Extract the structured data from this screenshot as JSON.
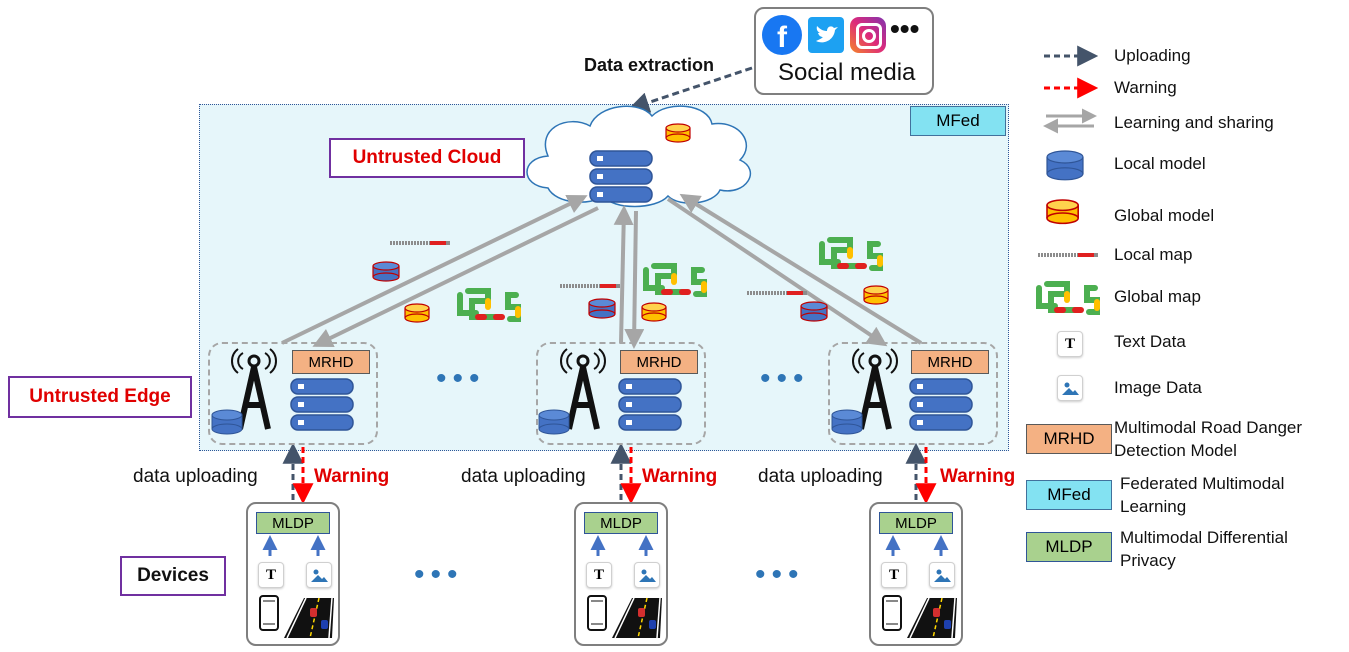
{
  "social": {
    "label": "Social media",
    "more": "•••",
    "extraction_label": "Data extraction"
  },
  "zones": {
    "mfed_tag": "MFed",
    "cloud_label": "Untrusted Cloud",
    "edge_label": "Untrusted Edge",
    "devices_label": "Devices"
  },
  "edge": {
    "mrhd_label": "MRHD",
    "dots": "•••"
  },
  "device": {
    "mldp_label": "MLDP",
    "text_glyph": "T",
    "upload_label": "data uploading",
    "warning_label": "Warning",
    "dots": "•••"
  },
  "legend": {
    "uploading": "Uploading",
    "warning": "Warning",
    "learning": "Learning and sharing",
    "local_model": "Local model",
    "global_model": "Global model",
    "local_map": "Local map",
    "global_map": "Global map",
    "text_data": "Text Data",
    "image_data": "Image Data",
    "mrhd_tag": "MRHD",
    "mrhd_line1": "Multimodal Road Danger",
    "mrhd_line2": "Detection Model",
    "mfed_tag": "MFed",
    "mfed_line1": "Federated Multimodal",
    "mfed_line2": "Learning",
    "mldp_tag": "MLDP",
    "mldp_line1": "Multimodal Differential",
    "mldp_line2": "Privacy",
    "text_glyph": "T"
  },
  "colors": {
    "upload_arrow": "#44546a",
    "warning_arrow": "#ff0000",
    "learning_arrow": "#a6a6a6",
    "local_model": "#4472c4",
    "global_model": "#ffc000",
    "mrhd": "#f4b183",
    "mfed": "#83e2f2",
    "mldp": "#a9d18e",
    "zone_border": "#7030a0",
    "warning_text": "#e00000"
  }
}
